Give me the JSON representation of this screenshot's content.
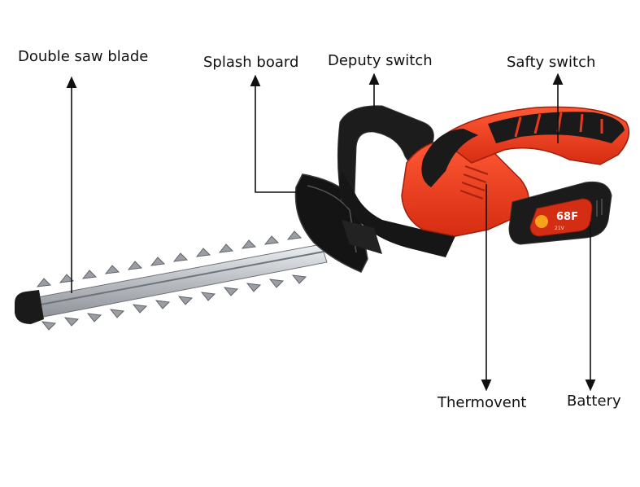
{
  "diagram": {
    "labels": {
      "double_saw_blade": "Double saw blade",
      "splash_board": "Splash board",
      "deputy_switch": "Deputy switch",
      "safty_switch": "Safty switch",
      "thermovent": "Thermovent",
      "battery": "Battery"
    },
    "battery_badge": "68F",
    "battery_subtext": "21V"
  },
  "colors": {
    "body_red": "#e8391f",
    "dark_red": "#b8210e",
    "black": "#1a1a1a",
    "blade_silver": "#c9ccd0",
    "arrow": "#111111"
  }
}
